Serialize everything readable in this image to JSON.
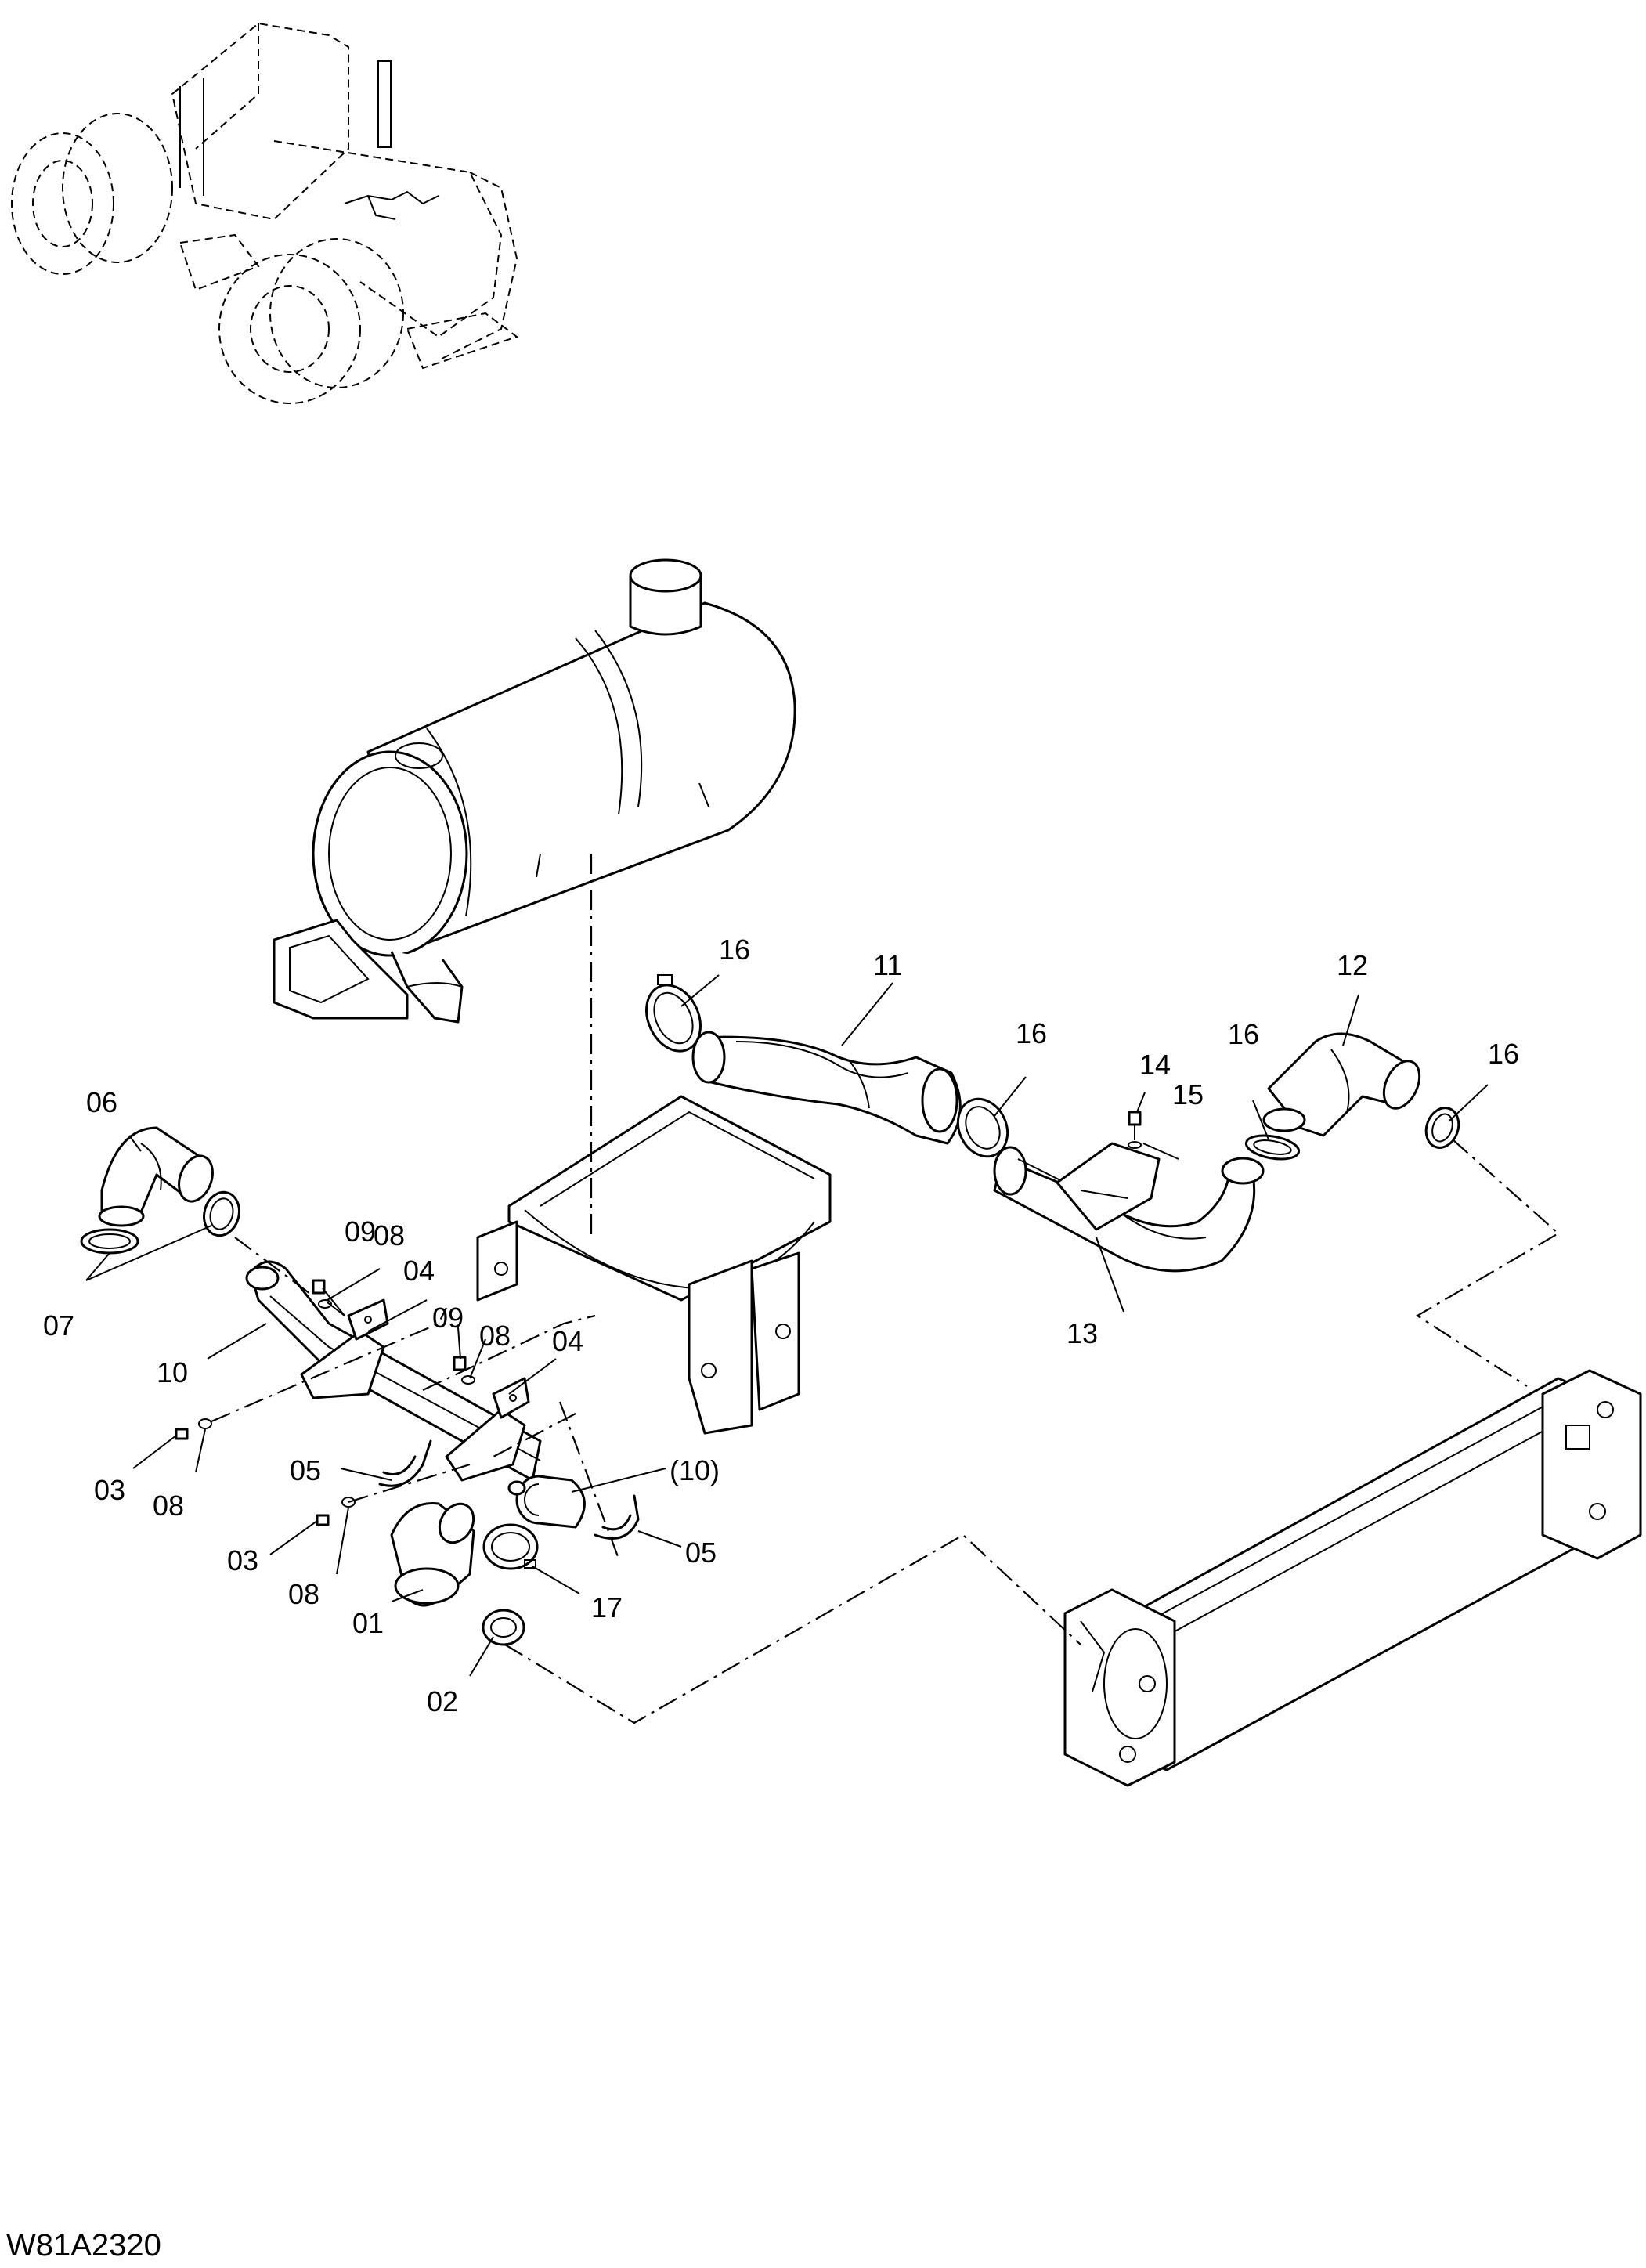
{
  "drawing_code": "W81A2320",
  "labels": {
    "p01": "01",
    "p02": "02",
    "p03a": "03",
    "p03b": "03",
    "p04a": "04",
    "p04b": "04",
    "p05a": "05",
    "p05b": "05",
    "p06": "06",
    "p07": "07",
    "p08a": "08",
    "p08b": "08",
    "p08c": "08",
    "p08d": "08",
    "p09a": "09",
    "p09b": "09",
    "p10": "10",
    "p10ref": "(10)",
    "p11": "11",
    "p12": "12",
    "p13": "13",
    "p14": "14",
    "p15": "15",
    "p16a": "16",
    "p16b": "16",
    "p16c": "16",
    "p16d": "16",
    "p17": "17"
  }
}
